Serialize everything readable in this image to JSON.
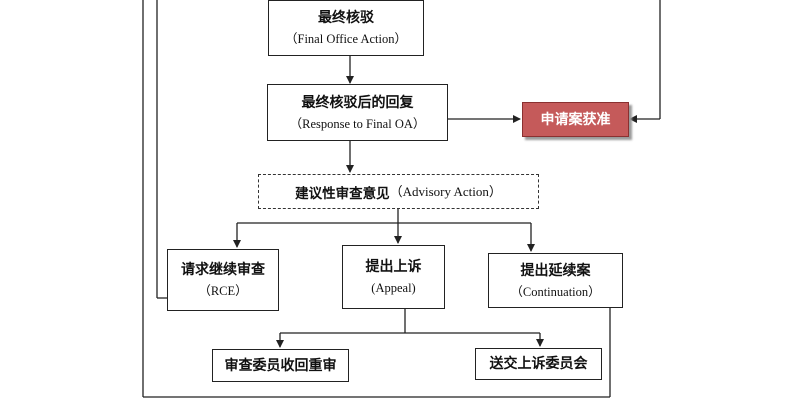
{
  "diagram": {
    "final_oa": {
      "zh": "最终核驳",
      "en": "（Final Office Action）"
    },
    "response": {
      "zh": "最终核驳后的回复",
      "en": "（Response to Final OA）"
    },
    "granted": {
      "zh": "申请案获准"
    },
    "advisory": {
      "zh": "建议性审查意见",
      "en": "（Advisory Action）"
    },
    "rce": {
      "zh": "请求继续审查",
      "en": "（RCE）"
    },
    "appeal": {
      "zh": "提出上诉",
      "en": "(Appeal)"
    },
    "continuation": {
      "zh": "提出延续案",
      "en": "（Continuation）"
    },
    "withdraw": {
      "zh": "审查委员收回重审"
    },
    "board": {
      "zh": "送交上诉委员会"
    }
  },
  "colors": {
    "line": "#222222",
    "granted_fill": "#c55a5a",
    "granted_border": "#8a3030"
  }
}
